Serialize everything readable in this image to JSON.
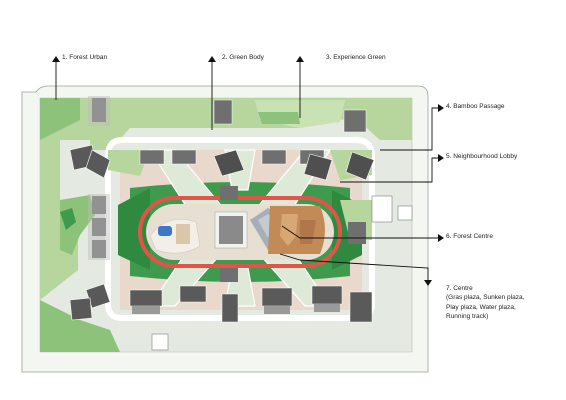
{
  "colors": {
    "paving": "#e8ece6",
    "road": "#cfd3cc",
    "lawn_light": "#b6d69e",
    "lawn_mid": "#8cc27a",
    "lawn_dark": "#3e9a4c",
    "plaza_pink": "#e3c8b6",
    "track": "#e0544a",
    "building_dark": "#6f6f6f",
    "building_light": "#bdbdbd",
    "wood": "#c28a57",
    "water": "#3c78c8",
    "leader": "#111111"
  },
  "labels": [
    {
      "id": "forest-urban",
      "text": "1. Forest Urban"
    },
    {
      "id": "green-body",
      "text": "2. Green Body"
    },
    {
      "id": "experience-green",
      "text": "3. Experience Green"
    },
    {
      "id": "bamboo-passage",
      "text": "4. Bamboo Passage"
    },
    {
      "id": "neighbourhood-lobby",
      "text": "5. Neighbourhood Lobby"
    },
    {
      "id": "forest-centre",
      "text": "6. Forest Centre"
    }
  ],
  "centre_label": {
    "title": "7. Centre",
    "lines": [
      "(Gras plaza, Sunken plaza,",
      "Play plaza, Water plaza,",
      "Running track)"
    ]
  }
}
